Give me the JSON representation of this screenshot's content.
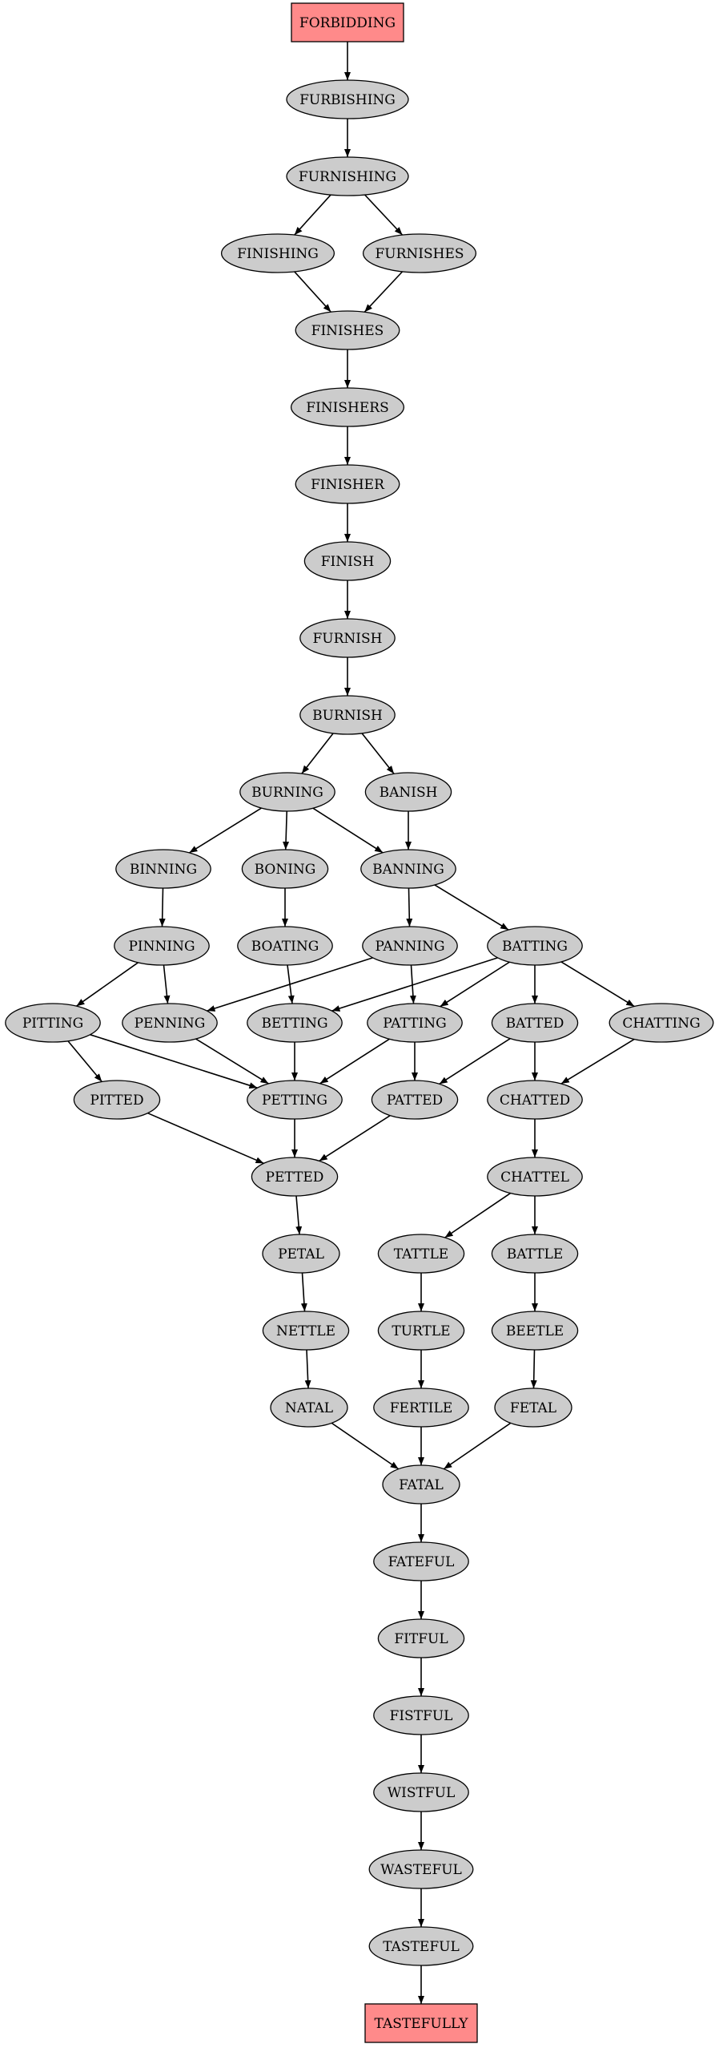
{
  "graph": {
    "colors": {
      "terminal_fill": "#ff8a8a",
      "node_fill": "#cccccc",
      "stroke": "#000000"
    },
    "nodes": [
      {
        "id": "forbidding",
        "label": "FORBIDDING",
        "shape": "box"
      },
      {
        "id": "furbishing",
        "label": "FURBISHING",
        "shape": "ellipse"
      },
      {
        "id": "furnishing",
        "label": "FURNISHING",
        "shape": "ellipse"
      },
      {
        "id": "finishing",
        "label": "FINISHING",
        "shape": "ellipse"
      },
      {
        "id": "furnishes",
        "label": "FURNISHES",
        "shape": "ellipse"
      },
      {
        "id": "finishes",
        "label": "FINISHES",
        "shape": "ellipse"
      },
      {
        "id": "finishers",
        "label": "FINISHERS",
        "shape": "ellipse"
      },
      {
        "id": "finisher",
        "label": "FINISHER",
        "shape": "ellipse"
      },
      {
        "id": "finish",
        "label": "FINISH",
        "shape": "ellipse"
      },
      {
        "id": "furnish",
        "label": "FURNISH",
        "shape": "ellipse"
      },
      {
        "id": "burnish",
        "label": "BURNISH",
        "shape": "ellipse"
      },
      {
        "id": "burning",
        "label": "BURNING",
        "shape": "ellipse"
      },
      {
        "id": "banish",
        "label": "BANISH",
        "shape": "ellipse"
      },
      {
        "id": "binning",
        "label": "BINNING",
        "shape": "ellipse"
      },
      {
        "id": "boning",
        "label": "BONING",
        "shape": "ellipse"
      },
      {
        "id": "banning",
        "label": "BANNING",
        "shape": "ellipse"
      },
      {
        "id": "pinning",
        "label": "PINNING",
        "shape": "ellipse"
      },
      {
        "id": "boating",
        "label": "BOATING",
        "shape": "ellipse"
      },
      {
        "id": "panning",
        "label": "PANNING",
        "shape": "ellipse"
      },
      {
        "id": "batting",
        "label": "BATTING",
        "shape": "ellipse"
      },
      {
        "id": "pitting",
        "label": "PITTING",
        "shape": "ellipse"
      },
      {
        "id": "penning",
        "label": "PENNING",
        "shape": "ellipse"
      },
      {
        "id": "betting",
        "label": "BETTING",
        "shape": "ellipse"
      },
      {
        "id": "patting",
        "label": "PATTING",
        "shape": "ellipse"
      },
      {
        "id": "batted",
        "label": "BATTED",
        "shape": "ellipse"
      },
      {
        "id": "chatting",
        "label": "CHATTING",
        "shape": "ellipse"
      },
      {
        "id": "pitted",
        "label": "PITTED",
        "shape": "ellipse"
      },
      {
        "id": "petting",
        "label": "PETTING",
        "shape": "ellipse"
      },
      {
        "id": "patted",
        "label": "PATTED",
        "shape": "ellipse"
      },
      {
        "id": "chatted",
        "label": "CHATTED",
        "shape": "ellipse"
      },
      {
        "id": "petted",
        "label": "PETTED",
        "shape": "ellipse"
      },
      {
        "id": "chattel",
        "label": "CHATTEL",
        "shape": "ellipse"
      },
      {
        "id": "petal",
        "label": "PETAL",
        "shape": "ellipse"
      },
      {
        "id": "tattle",
        "label": "TATTLE",
        "shape": "ellipse"
      },
      {
        "id": "battle",
        "label": "BATTLE",
        "shape": "ellipse"
      },
      {
        "id": "nettle",
        "label": "NETTLE",
        "shape": "ellipse"
      },
      {
        "id": "turtle",
        "label": "TURTLE",
        "shape": "ellipse"
      },
      {
        "id": "beetle",
        "label": "BEETLE",
        "shape": "ellipse"
      },
      {
        "id": "natal",
        "label": "NATAL",
        "shape": "ellipse"
      },
      {
        "id": "fertile",
        "label": "FERTILE",
        "shape": "ellipse"
      },
      {
        "id": "fetal",
        "label": "FETAL",
        "shape": "ellipse"
      },
      {
        "id": "fatal",
        "label": "FATAL",
        "shape": "ellipse"
      },
      {
        "id": "fateful",
        "label": "FATEFUL",
        "shape": "ellipse"
      },
      {
        "id": "fitful",
        "label": "FITFUL",
        "shape": "ellipse"
      },
      {
        "id": "fistful",
        "label": "FISTFUL",
        "shape": "ellipse"
      },
      {
        "id": "wistful",
        "label": "WISTFUL",
        "shape": "ellipse"
      },
      {
        "id": "wasteful",
        "label": "WASTEFUL",
        "shape": "ellipse"
      },
      {
        "id": "tasteful",
        "label": "TASTEFUL",
        "shape": "ellipse"
      },
      {
        "id": "tastefully",
        "label": "TASTEFULLY",
        "shape": "box"
      }
    ],
    "edges": [
      [
        "forbidding",
        "furbishing"
      ],
      [
        "furbishing",
        "furnishing"
      ],
      [
        "furnishing",
        "finishing"
      ],
      [
        "furnishing",
        "furnishes"
      ],
      [
        "finishing",
        "finishes"
      ],
      [
        "furnishes",
        "finishes"
      ],
      [
        "finishes",
        "finishers"
      ],
      [
        "finishers",
        "finisher"
      ],
      [
        "finisher",
        "finish"
      ],
      [
        "finish",
        "furnish"
      ],
      [
        "furnish",
        "burnish"
      ],
      [
        "burnish",
        "burning"
      ],
      [
        "burnish",
        "banish"
      ],
      [
        "burning",
        "binning"
      ],
      [
        "burning",
        "boning"
      ],
      [
        "burning",
        "banning"
      ],
      [
        "banish",
        "banning"
      ],
      [
        "binning",
        "pinning"
      ],
      [
        "boning",
        "boating"
      ],
      [
        "banning",
        "panning"
      ],
      [
        "banning",
        "batting"
      ],
      [
        "pinning",
        "pitting"
      ],
      [
        "pinning",
        "penning"
      ],
      [
        "boating",
        "betting"
      ],
      [
        "panning",
        "penning"
      ],
      [
        "panning",
        "patting"
      ],
      [
        "batting",
        "betting"
      ],
      [
        "batting",
        "patting"
      ],
      [
        "batting",
        "batted"
      ],
      [
        "batting",
        "chatting"
      ],
      [
        "pitting",
        "pitted"
      ],
      [
        "pitting",
        "petting"
      ],
      [
        "penning",
        "petting"
      ],
      [
        "betting",
        "petting"
      ],
      [
        "patting",
        "petting"
      ],
      [
        "patting",
        "patted"
      ],
      [
        "batted",
        "patted"
      ],
      [
        "batted",
        "chatted"
      ],
      [
        "chatting",
        "chatted"
      ],
      [
        "pitted",
        "petted"
      ],
      [
        "petting",
        "petted"
      ],
      [
        "patted",
        "petted"
      ],
      [
        "chatted",
        "chattel"
      ],
      [
        "petted",
        "petal"
      ],
      [
        "chattel",
        "tattle"
      ],
      [
        "chattel",
        "battle"
      ],
      [
        "petal",
        "nettle"
      ],
      [
        "tattle",
        "turtle"
      ],
      [
        "battle",
        "beetle"
      ],
      [
        "nettle",
        "natal"
      ],
      [
        "turtle",
        "fertile"
      ],
      [
        "beetle",
        "fetal"
      ],
      [
        "natal",
        "fatal"
      ],
      [
        "fertile",
        "fatal"
      ],
      [
        "fetal",
        "fatal"
      ],
      [
        "fatal",
        "fateful"
      ],
      [
        "fateful",
        "fitful"
      ],
      [
        "fitful",
        "fistful"
      ],
      [
        "fistful",
        "wistful"
      ],
      [
        "wistful",
        "wasteful"
      ],
      [
        "wasteful",
        "tasteful"
      ],
      [
        "tasteful",
        "tastefully"
      ]
    ]
  }
}
